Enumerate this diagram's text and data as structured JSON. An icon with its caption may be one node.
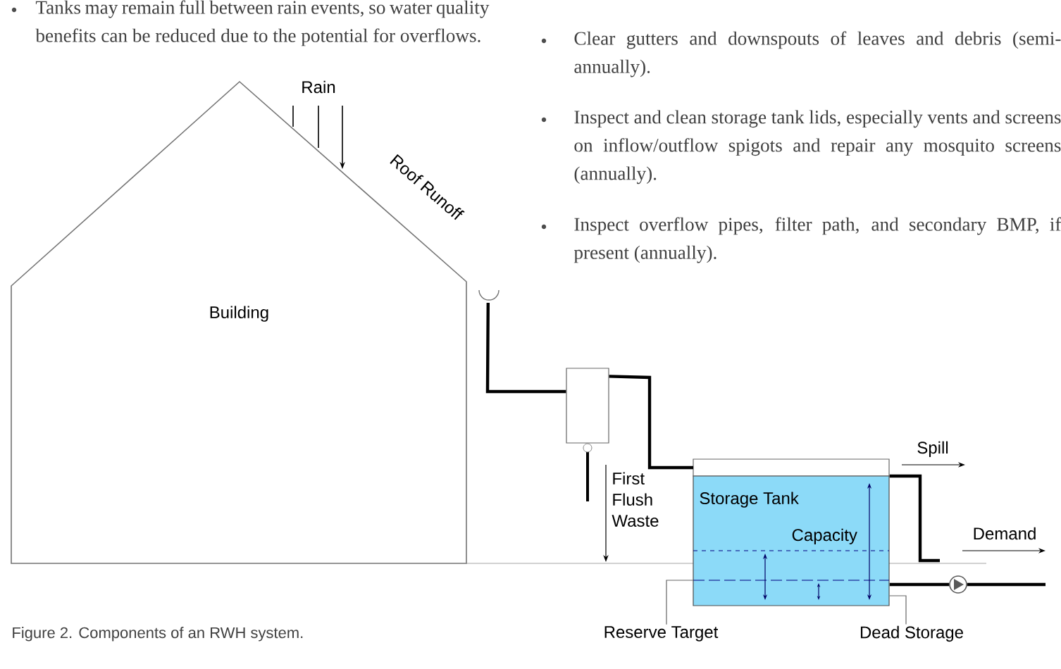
{
  "diagram": {
    "caption": "Figure 2. Components of an RWH system.",
    "nodes": [
      {
        "text": [
          "Building"
        ]
      },
      {
        "text": [],
        "shape": "box"
      },
      {
        "text": [
          "Storage Tank"
        ]
      },
      {
        "text": [
          "Reserve Target"
        ]
      },
      {
        "text": [
          "Dead Storage"
        ]
      },
      {
        "text": [],
        "shape": "circle"
      }
    ],
    "edges": [
      {
        "from": 0,
        "to": 1,
        "arrow": "none"
      },
      {
        "from": 1,
        "to": 2,
        "arrow": "none"
      },
      {
        "from": 2,
        "to": null,
        "arrow": "none"
      },
      {
        "from": 2,
        "to": 5,
        "arrow": "none"
      },
      {
        "from": 5,
        "to": null,
        "arrow": "none"
      },
      {
        "from": 3,
        "to": 2,
        "arrow": "none",
        "color": "#666666"
      },
      {
        "from": 4,
        "to": 2,
        "arrow": "none",
        "color": "#666666"
      }
    ],
    "labels": [
      "Tanks may remain full between rain events, so water quality benefits can be reduced due to the potential for overflows.",
      "Clear gutters and downspouts of leaves and debris (semi-annually).",
      "Inspect and clean storage tank lids, especially vents and screens on inflow/outflow spigots and repair any mosquito screens (annually).",
      "Inspect overflow pipes, filter path, and secondary BMP, if present (annually).",
      "Rain",
      "Roof Runoff",
      "First Flush Waste",
      "Capacity",
      "Spill",
      "Demand"
    ]
  }
}
